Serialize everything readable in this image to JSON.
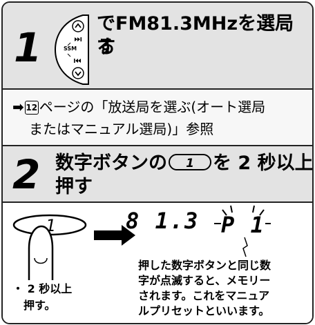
{
  "step1": {
    "number": "1",
    "title_line1": "でFM81.3MHzを選局す",
    "title_line2": "る",
    "device_label": "SSM"
  },
  "step1_note": {
    "arrow": "➡",
    "page_ref": "12",
    "line1": "ページの「放送局を選ぶ(オート選局",
    "line2": "またはマニュアル選局)」参照"
  },
  "step2": {
    "number": "2",
    "title_pre": "数字ボタンの",
    "button_label": "1",
    "title_post": "を 2 秒以上",
    "title_line2": "押す"
  },
  "step2_body": {
    "finger_button_label": "1",
    "display_freq": "8 1.3",
    "display_preset": "P 1",
    "hint_line1": "・ 2 秒以上",
    "hint_line2": "押す。",
    "desc_line1": "押した数字ボタンと同じ数",
    "desc_line2": "字が点滅すると、メモリー",
    "desc_line3": "されます。これをマニュア",
    "desc_line4": "ルプリセットといいます。"
  }
}
